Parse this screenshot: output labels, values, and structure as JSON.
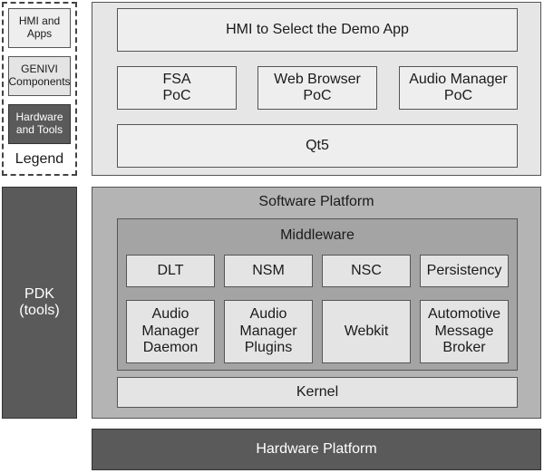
{
  "legend": {
    "items": [
      {
        "label": "HMI and\nApps",
        "color": "#eeeeee"
      },
      {
        "label": "GENIVI\nComponents",
        "color": "#e4e4e4"
      },
      {
        "label": "Hardware\nand Tools",
        "color": "#5a5a5a"
      }
    ],
    "title": "Legend"
  },
  "hmi": {
    "top": "HMI to Select the Demo App",
    "fsa": "FSA\nPoC",
    "web": "Web Browser\nPoC",
    "audio": "Audio Manager\nPoC",
    "qt": "Qt5"
  },
  "pdk": "PDK\n(tools)",
  "software": {
    "title": "Software Platform",
    "middleware": {
      "title": "Middleware",
      "row1": [
        "DLT",
        "NSM",
        "NSC",
        "Persistency"
      ],
      "row2": [
        "Audio\nManager\nDaemon",
        "Audio\nManager\nPlugins",
        "Webkit",
        "Automotive\nMessage\nBroker"
      ]
    },
    "kernel": "Kernel"
  },
  "hardware": "Hardware Platform"
}
